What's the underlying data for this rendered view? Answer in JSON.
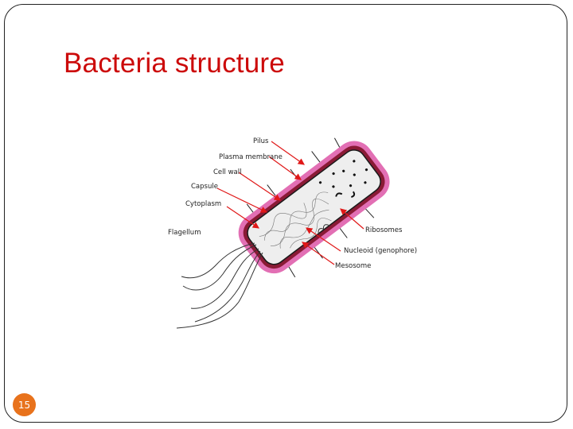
{
  "slide": {
    "title": "Bacteria structure",
    "page_number": "15"
  },
  "diagram": {
    "labels": {
      "pilus": "Pilus",
      "plasma_membrane": "Plasma membrane",
      "cell_wall": "Cell wall",
      "capsule": "Capsule",
      "cytoplasm": "Cytoplasm",
      "flagellum": "Flagellum",
      "ribosomes": "Ribosomes",
      "nucleoid": "Nucleoid (genophore)",
      "mesosome": "Mesosome"
    },
    "colors": {
      "capsule": "#e26fb4",
      "cell_wall": "#8a1a35",
      "membrane": "#1a1a1a",
      "cytoplasm": "#eeeeee",
      "arrow": "#e01818",
      "title": "#cc0a0a",
      "page_badge": "#e8721c"
    }
  }
}
